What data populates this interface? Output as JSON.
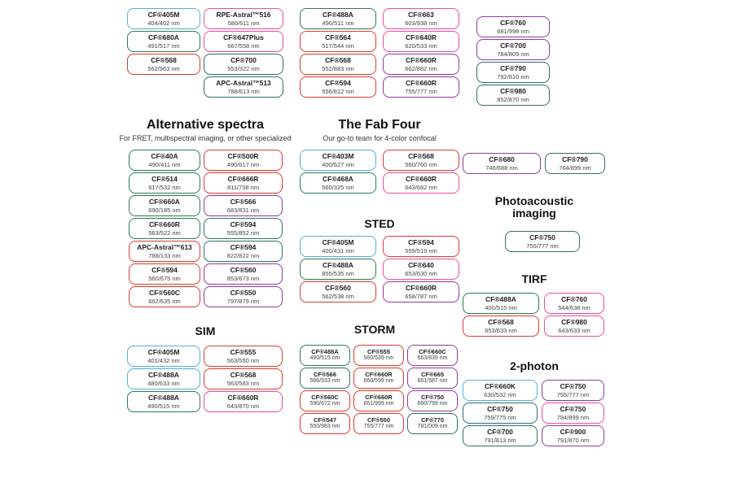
{
  "colors": {
    "blue": "#55ACDF",
    "green": "#2B7D4F",
    "red": "#DE3A2E",
    "pink": "#EC4B9E",
    "purple": "#8E3C9E",
    "teal": "#2F6F6D"
  },
  "sections": {
    "top_col1": {
      "boxes": [
        {
          "name": "CF®405M",
          "value": "404/402 nm",
          "color": "blue"
        },
        {
          "name": "CF®680A",
          "value": "491/517 nm",
          "color": "green"
        },
        {
          "name": "CF®568",
          "value": "562/963 nm",
          "color": "red"
        }
      ]
    },
    "top_col2": {
      "boxes": [
        {
          "name": "RPE-Astral™516",
          "value": "580/611 nm",
          "color": "pink"
        },
        {
          "name": "CF®647Plus",
          "value": "667/558 nm",
          "color": "pink"
        },
        {
          "name": "CF®700",
          "value": "553/322 nm",
          "color": "teal"
        },
        {
          "name": "APC-Astral™513",
          "value": "788/613 nm",
          "color": "teal"
        }
      ]
    },
    "top_col3": {
      "boxes": [
        {
          "name": "CF®488A",
          "value": "490/511 nm",
          "color": "green"
        },
        {
          "name": "CF®564",
          "value": "517/544 nm",
          "color": "red"
        },
        {
          "name": "CF®568",
          "value": "552/883 nm",
          "color": "red"
        },
        {
          "name": "CF®594",
          "value": "556/812 nm",
          "color": "red"
        }
      ]
    },
    "top_col4": {
      "boxes": [
        {
          "name": "CF®663",
          "value": "603/938 nm",
          "color": "pink"
        },
        {
          "name": "CF®640R",
          "value": "620/533 nm",
          "color": "pink"
        },
        {
          "name": "CF®660R",
          "value": "662/882 nm",
          "color": "purple"
        },
        {
          "name": "CF®660R",
          "value": "755/777 nm",
          "color": "purple"
        }
      ]
    },
    "top_col5": {
      "boxes": [
        {
          "name": "CF®760",
          "value": "681/998 nm",
          "color": "purple"
        },
        {
          "name": "CF®700",
          "value": "784/809 nm",
          "color": "purple"
        },
        {
          "name": "CF®790",
          "value": "792/810 nm",
          "color": "teal"
        },
        {
          "name": "CF®980",
          "value": "852/870 nm",
          "color": "teal"
        }
      ]
    },
    "alternative_spectra": {
      "title": "Alternative spectra",
      "subtitle": "For FRET, multispectral imaging, or other specialized",
      "col1": [
        {
          "name": "CF®40A",
          "value": "490/411 nm",
          "color": "green"
        },
        {
          "name": "CF®514",
          "value": "617/532 nm",
          "color": "green"
        },
        {
          "name": "CF®660A",
          "value": "690/185 nm",
          "color": "green"
        },
        {
          "name": "CF®660R",
          "value": "563/522 nm",
          "color": "green"
        },
        {
          "name": "APC-Astral™613",
          "value": "788/133 nm",
          "color": "red"
        },
        {
          "name": "CF®594",
          "value": "560/675 nm",
          "color": "red"
        },
        {
          "name": "CF®560C",
          "value": "662/635 nm",
          "color": "red"
        }
      ],
      "col2": [
        {
          "name": "CF®500R",
          "value": "490/617 nm",
          "color": "red"
        },
        {
          "name": "CF®666R",
          "value": "811/738 nm",
          "color": "red"
        },
        {
          "name": "CF®566",
          "value": "683/831 nm",
          "color": "purple"
        },
        {
          "name": "CF®594",
          "value": "555/852 nm",
          "color": "teal"
        },
        {
          "name": "CF®594",
          "value": "822/822 nm",
          "color": "teal"
        },
        {
          "name": "CF®560",
          "value": "853/673 nm",
          "color": "purple"
        },
        {
          "name": "CF®550",
          "value": "797/879 nm",
          "color": "purple"
        }
      ]
    },
    "fab_four": {
      "title": "The Fab Four",
      "subtitle": "Our go-to team for 4-color confocal",
      "col1": [
        {
          "name": "CF®403M",
          "value": "400/527 nm",
          "color": "blue"
        },
        {
          "name": "CF®468A",
          "value": "560/325 nm",
          "color": "green"
        }
      ],
      "col2": [
        {
          "name": "CF®568",
          "value": "560/760 nm",
          "color": "red"
        },
        {
          "name": "CF®660R",
          "value": "643/682 nm",
          "color": "pink"
        }
      ]
    },
    "sted": {
      "title": "STED",
      "col1": [
        {
          "name": "CF®405M",
          "value": "400/431 nm",
          "color": "blue"
        },
        {
          "name": "CF®488A",
          "value": "855/535 nm",
          "color": "green"
        },
        {
          "name": "CF®560",
          "value": "562/538 nm",
          "color": "red"
        }
      ],
      "col2": [
        {
          "name": "CF®594",
          "value": "559/519 nm",
          "color": "red"
        },
        {
          "name": "CF®640",
          "value": "653/630 nm",
          "color": "pink"
        },
        {
          "name": "CF®660R",
          "value": "658/787 nm",
          "color": "purple"
        }
      ]
    },
    "sim": {
      "title": "SIM",
      "col1": [
        {
          "name": "CF®405M",
          "value": "401/432 nm",
          "color": "blue"
        },
        {
          "name": "CF®488A",
          "value": "480/633 nm",
          "color": "blue"
        },
        {
          "name": "CF®488A",
          "value": "490/515 nm",
          "color": "green"
        }
      ],
      "col2": [
        {
          "name": "CF®555",
          "value": "563/550 nm",
          "color": "red"
        },
        {
          "name": "CF®568",
          "value": "563/583 nm",
          "color": "red"
        },
        {
          "name": "CF®660R",
          "value": "643/870 nm",
          "color": "pink"
        }
      ]
    },
    "storm": {
      "title": "STORM",
      "col1": [
        {
          "name": "CF®488A",
          "value": "490/515 nm",
          "color": "green"
        },
        {
          "name": "CF®566",
          "value": "566/533 nm",
          "color": "teal"
        },
        {
          "name": "CF®560C",
          "value": "590/672 nm",
          "color": "red"
        },
        {
          "name": "CF®547",
          "value": "550/983 nm",
          "color": "red"
        }
      ],
      "col2": [
        {
          "name": "CF®555",
          "value": "560/539 nm",
          "color": "red"
        },
        {
          "name": "CF®660R",
          "value": "660/599 nm",
          "color": "red"
        },
        {
          "name": "CF®660R",
          "value": "661/999 nm",
          "color": "red"
        },
        {
          "name": "CF®550",
          "value": "755/777 nm",
          "color": "red"
        }
      ],
      "col3": [
        {
          "name": "CF®660C",
          "value": "663/839 nm",
          "color": "purple"
        },
        {
          "name": "CF®665",
          "value": "661/587 nm",
          "color": "purple"
        },
        {
          "name": "CF®750",
          "value": "660/799 nm",
          "color": "purple"
        },
        {
          "name": "CF®770",
          "value": "781/009 nm",
          "color": "teal"
        }
      ]
    },
    "pair": {
      "col1": [
        {
          "name": "CF®680",
          "value": "746/688 nm",
          "color": "purple"
        }
      ],
      "col2": [
        {
          "name": "CF®790",
          "value": "764/899 nm",
          "color": "teal"
        }
      ]
    },
    "photoacoustic": {
      "title": "Photoacoustic imaging",
      "boxes": [
        {
          "name": "CF®750",
          "value": "755/777 nm",
          "color": "teal"
        }
      ]
    },
    "tirf": {
      "title": "TIRF",
      "col1": [
        {
          "name": "CF®488A",
          "value": "400/515 nm",
          "color": "green"
        },
        {
          "name": "CF®568",
          "value": "653/633 nm",
          "color": "red"
        }
      ],
      "col2": [
        {
          "name": "CF®760",
          "value": "544/638 nm",
          "color": "pink"
        },
        {
          "name": "CF®980",
          "value": "643/633 nm",
          "color": "pink"
        }
      ]
    },
    "two_photon": {
      "title": "2-photon",
      "col1": [
        {
          "name": "CF®660K",
          "value": "630/532 nm",
          "color": "blue"
        },
        {
          "name": "CF®750",
          "value": "759/775 nm",
          "color": "teal"
        },
        {
          "name": "CF®700",
          "value": "791/813 nm",
          "color": "teal"
        }
      ],
      "col2": [
        {
          "name": "CF®750",
          "value": "755/777 nm",
          "color": "purple"
        },
        {
          "name": "CF®750",
          "value": "784/899 nm",
          "color": "pink"
        },
        {
          "name": "CF®900",
          "value": "791/870 nm",
          "color": "purple"
        }
      ]
    }
  }
}
